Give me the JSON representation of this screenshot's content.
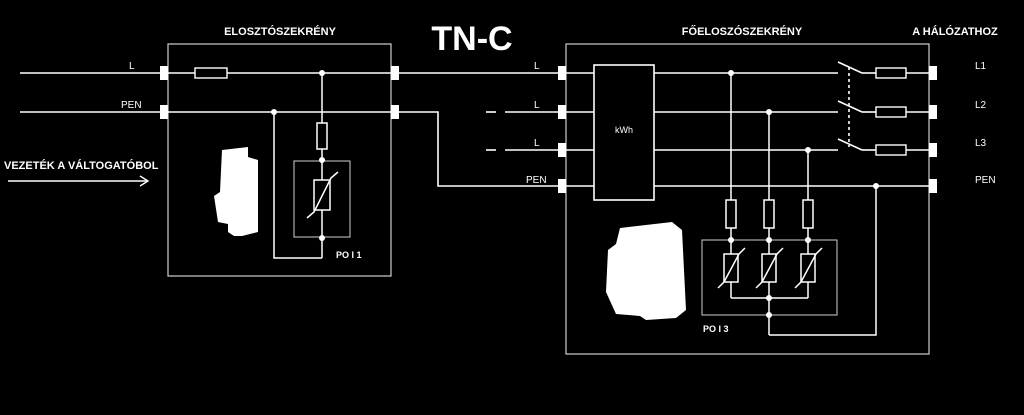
{
  "title": "TN-C",
  "left_box": {
    "title": "ELOSZTÓSZEKRÉNY",
    "spd_label": "PO I 1"
  },
  "right_box": {
    "title": "FŐELOSZÓSZEKRÉNY",
    "spd_label": "PO I 3",
    "meter_label": "kWh"
  },
  "source_label": "VEZETÉK A VÁLTOGATÓBOL",
  "network_label": "A HÁLÓZATHOZ",
  "left_lines": [
    "L",
    "PEN"
  ],
  "meter_lines": [
    "L",
    "L",
    "L",
    "PEN"
  ],
  "outputs": [
    "L1",
    "L2",
    "L3",
    "PEN"
  ],
  "colors": {
    "background": "#000000",
    "line": "#ffffff",
    "frame": "#cfcfcf"
  }
}
